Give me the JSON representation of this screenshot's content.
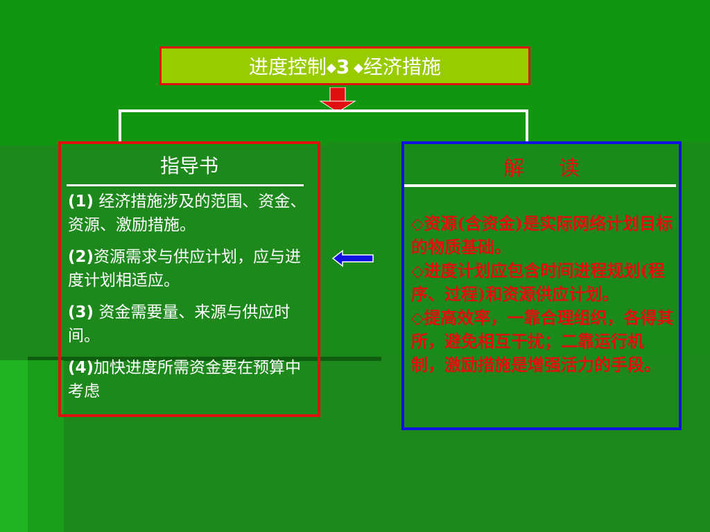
{
  "title": {
    "part1": "进度控制",
    "diamond1": "◆",
    "number": "3",
    "diamond2": " ◆",
    "part2": "经济措施"
  },
  "left_panel": {
    "heading": "指导书",
    "items": [
      {
        "num": "(1)",
        "text": " 经济措施涉及的范围、资金、资源、激励措施。"
      },
      {
        "num": "(2)",
        "text": "资源需求与供应计划，应与进度计划相适应。"
      },
      {
        "num": "(3)",
        "text": " 资金需要量、来源与供应时间。"
      },
      {
        "num": "(4)",
        "text": "加快进度所需资金要在预算中考虑"
      }
    ]
  },
  "right_panel": {
    "heading": "解读",
    "items": [
      "◇资源(含资金)是实际网络计划目标的物质基础。",
      "◇进度计划应包含时间进程规划(程序、过程)和资源供应计划。",
      "◇提高效率，一靠合理组织，各得其所，避免相互干扰；二靠运行机制，激励措施是增强活力的手段。"
    ]
  },
  "colors": {
    "background": "#1e8c1e",
    "title_fill": "#99cc00",
    "red_border": "#e01010",
    "blue_border": "#1010e0",
    "interpretation_text": "#e01010"
  },
  "icons": {
    "down_arrow": "red-down-arrow-icon",
    "left_arrow": "blue-left-arrow-icon"
  }
}
